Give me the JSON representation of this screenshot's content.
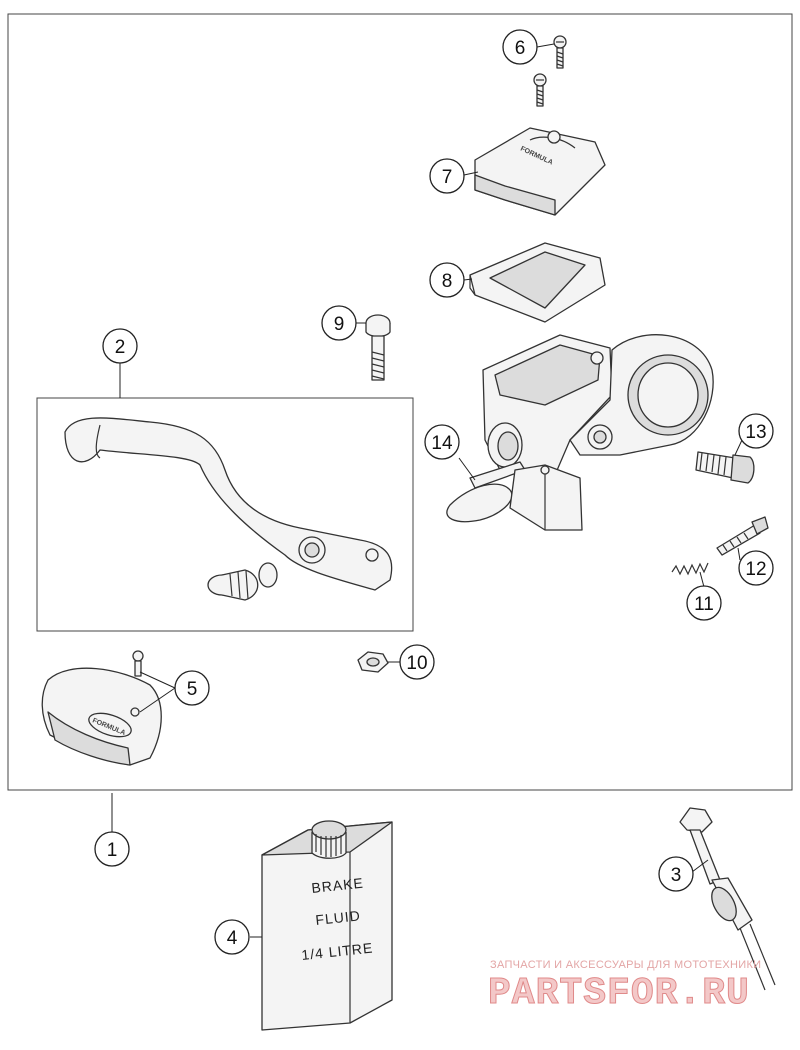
{
  "callouts": [
    "1",
    "2",
    "3",
    "4",
    "5",
    "6",
    "7",
    "8",
    "9",
    "10",
    "11",
    "12",
    "13",
    "14"
  ],
  "fluid_can": {
    "line1": "BRAKE",
    "line2": "FLUID",
    "line3": "1/4 LITRE"
  },
  "part_logo": "FORMULA",
  "watermark": {
    "tagline": "ЗАПЧАСТИ И АКСЕССУАРЫ ДЛЯ МОТОТЕХНИКИ",
    "brand": "PARTSFOR.RU"
  }
}
